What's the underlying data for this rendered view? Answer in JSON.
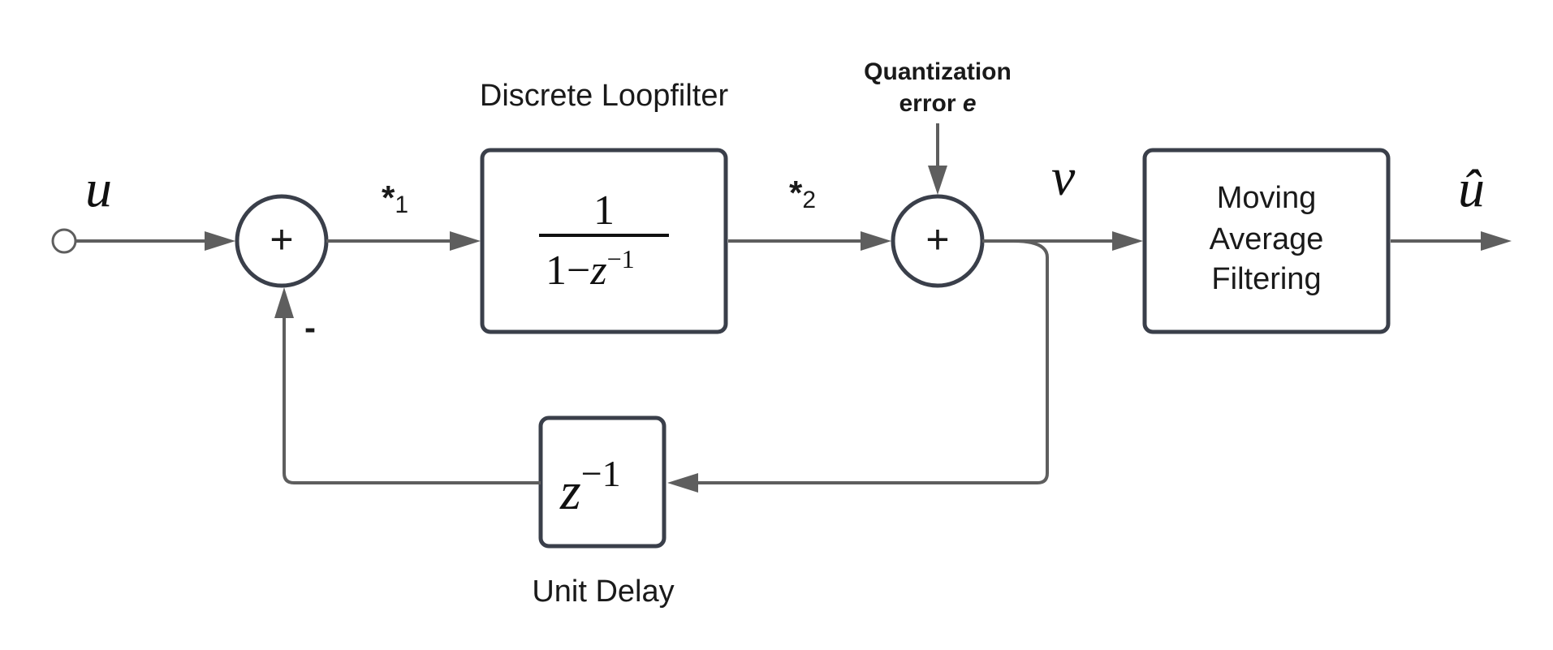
{
  "labels": {
    "input": "u",
    "output": "û",
    "quantizer_output": "v",
    "node1": "*",
    "node1_sub": "1",
    "node2": "*",
    "node2_sub": "2",
    "minus_sign": "-"
  },
  "sum1": {
    "symbol": "+"
  },
  "sum2": {
    "symbol": "+"
  },
  "loopfilter": {
    "title": "Discrete Loopfilter",
    "numerator": "1",
    "denominator_prefix": "1−",
    "denominator_var": "z",
    "denominator_exp": "−1"
  },
  "quantization_error": {
    "line1": "Quantization",
    "line2_text": "error ",
    "line2_var": "e"
  },
  "moving_average": {
    "line1": "Moving",
    "line2": "Average",
    "line3": "Filtering"
  },
  "unit_delay": {
    "title": "Unit Delay",
    "var": "z",
    "exp": "−1"
  },
  "colors": {
    "wire": "#5e5e5e",
    "block_border": "#3a3f4a",
    "text": "#1a1a1a"
  }
}
